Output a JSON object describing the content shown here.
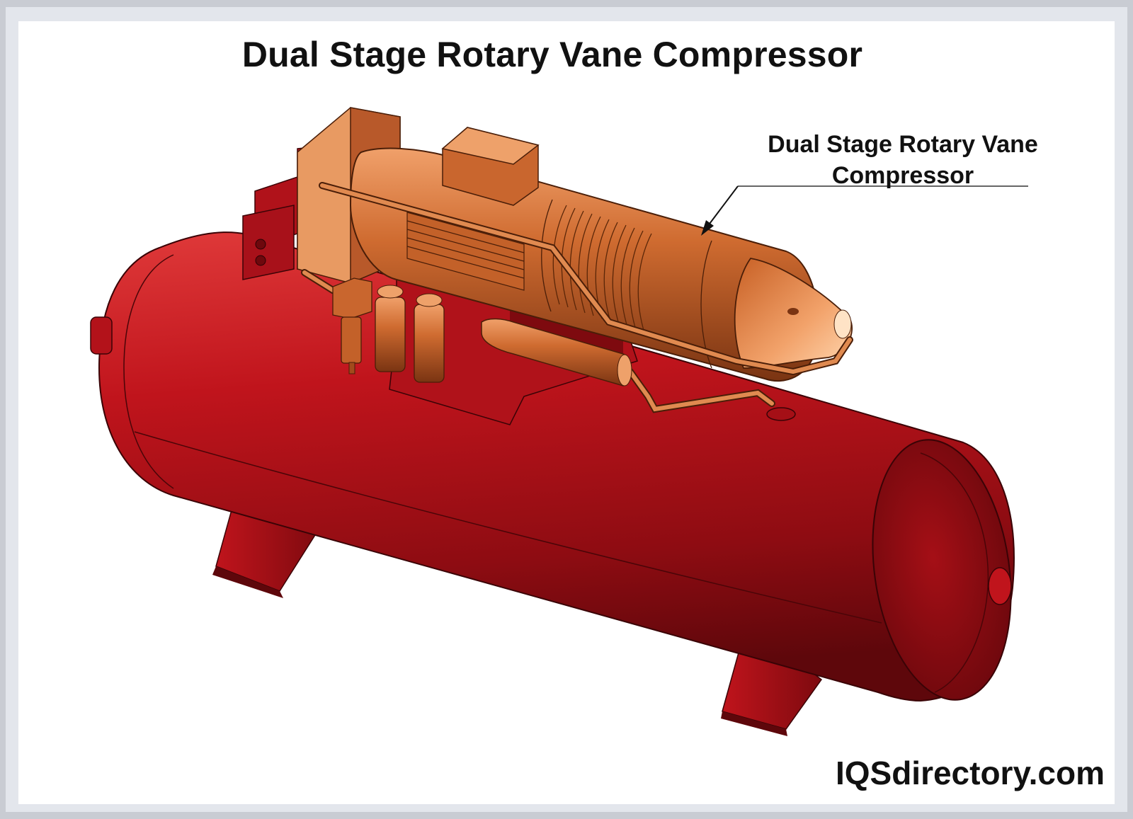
{
  "diagram": {
    "title": "Dual Stage Rotary Vane Compressor",
    "callout_label": "Dual Stage Rotary Vane Compressor",
    "watermark": "IQSdirectory.com"
  },
  "colors": {
    "tank_red": "#b5121b",
    "tank_dark": "#6e0a0e",
    "compressor_copper": "#c9662e",
    "copper_light": "#e99560",
    "copper_dark": "#7a3412",
    "frame_gray": "#c9ccd3"
  }
}
